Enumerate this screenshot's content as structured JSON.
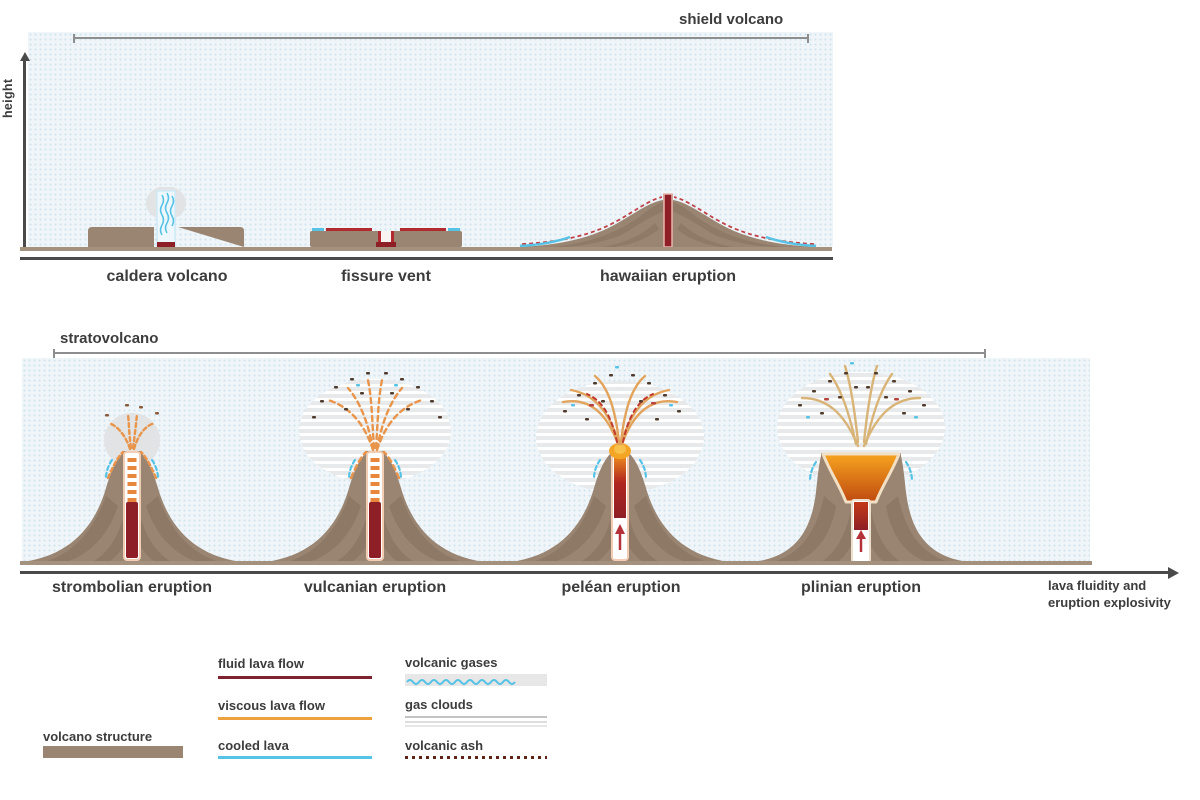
{
  "top_section": {
    "bracket_label": "shield volcano",
    "axis_label": "height",
    "items": [
      {
        "label": "caldera volcano"
      },
      {
        "label": "fissure vent"
      },
      {
        "label": "hawaiian eruption"
      }
    ]
  },
  "bottom_section": {
    "bracket_label": "stratovolcano",
    "axis_caption": [
      "lava fluidity and",
      "eruption explosivity"
    ],
    "items": [
      {
        "label": "strombolian eruption"
      },
      {
        "label": "vulcanian eruption"
      },
      {
        "label": "peléan eruption"
      },
      {
        "label": "plinian eruption"
      }
    ]
  },
  "legend": {
    "structure_label": "volcano structure",
    "line_items": [
      {
        "label": "fluid lava flow",
        "color": "#7e2230"
      },
      {
        "label": "viscous lava flow",
        "color": "#eda23f"
      },
      {
        "label": "cooled lava",
        "color": "#56c3e6"
      }
    ],
    "pattern_items": [
      {
        "label": "volcanic gases"
      },
      {
        "label": "gas clouds"
      },
      {
        "label": "volcanic ash"
      }
    ]
  },
  "colors": {
    "volcano_brown": "#9a8572",
    "volcano_brown_dark": "#877260",
    "fluid_lava": "#7e2230",
    "viscous_lava": "#eda23f",
    "cooled_lava": "#56c3e6",
    "magma_red": "#8e1f26",
    "ash_dot": "#5f2318",
    "cloud_gray": "#e2e3e4",
    "panel_blue": "#eff5f8",
    "ground_brown": "#a5927e",
    "axis_dark": "#4a4a4a",
    "text": "#3c3c3c",
    "spray_orange": "#e8944a",
    "crater_orange": "#f0921e"
  }
}
